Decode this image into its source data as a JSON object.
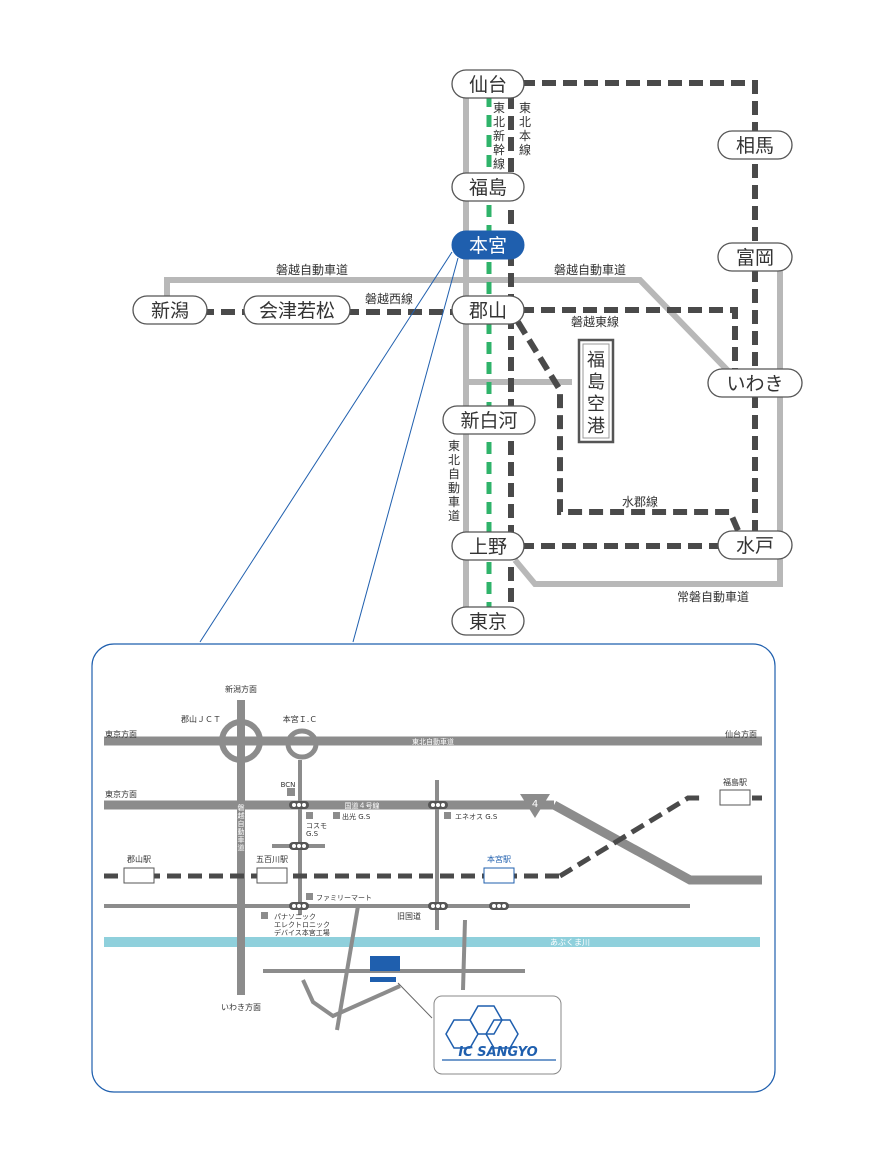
{
  "colors": {
    "highway": "#b4b4b4",
    "rail_dark": "#4a4a4a",
    "shinkansen": "#2fb36a",
    "highlight": "#1f5fae",
    "river": "#8fd0dc",
    "road_detail": "#8c8c8c",
    "frame": "#1f5fae"
  },
  "overview": {
    "cities": {
      "sendai": "仙台",
      "fukushima": "福島",
      "motomiya": "本宮",
      "koriyama": "郡山",
      "shinshirakawa": "新白河",
      "ueno": "上野",
      "tokyo": "東京",
      "soma": "相馬",
      "tomioka": "富岡",
      "iwaki": "いわき",
      "mito": "水戸",
      "niigata": "新潟",
      "aizuwakamatsu": "会津若松"
    },
    "airport": "福島空港",
    "lines": {
      "tohoku_shinkansen": "東北新幹線",
      "tohoku_honsen": "東北本線",
      "banetsu_expressway_west": "磐越自動車道",
      "banetsu_expressway_east": "磐越自動車道",
      "banetsu_west_line": "磐越西線",
      "banetsu_east_line": "磐越東線",
      "suigun_line": "水郡線",
      "tohoku_expressway": "東北自動車道",
      "joban_expressway": "常磐自動車道"
    }
  },
  "detail": {
    "directions": {
      "niigata": "新潟方面",
      "tokyo_top": "東京方面",
      "sendai": "仙台方面",
      "tokyo_mid": "東京方面",
      "iwaki": "いわき方面"
    },
    "interchanges": {
      "koriyama_jct": "郡山ＪＣＴ",
      "motomiya_ic": "本宮Ｉ.Ｃ"
    },
    "roads": {
      "tohoku_expressway": "東北自動車道",
      "route4": "国道４号線",
      "banetsu_expressway": "磐越自動車道",
      "old_road": "旧国道",
      "river": "あぶくま川",
      "route_number": "4"
    },
    "stations": {
      "fukushima": "福島駅",
      "koriyama": "郡山駅",
      "gohyakugawa": "五百川駅",
      "motomiya": "本宮駅"
    },
    "landmarks": {
      "bcn": "BCN",
      "idemitsu": "出光 G.S",
      "cosmo": "コスモ\nG.S",
      "eneos": "エネオス G.S",
      "familymart": "ファミリーマート",
      "panasonic": "パナソニック\nエレクトロニック\nデバイス本宮工場"
    },
    "company": "IC SANGYO"
  }
}
